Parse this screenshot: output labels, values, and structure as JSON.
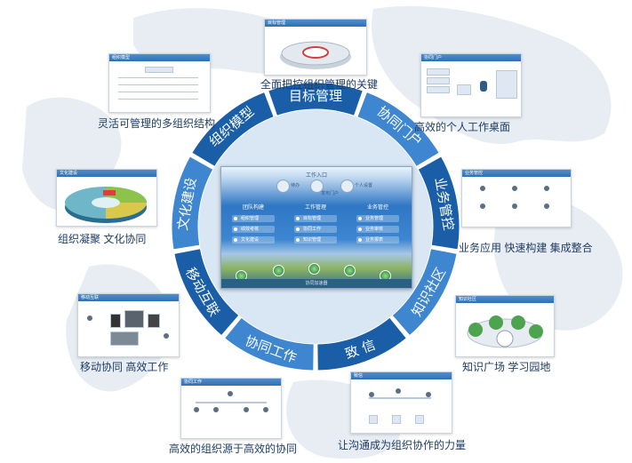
{
  "center_panel": {
    "title": "工作入口",
    "top_labels": [
      "待办",
      "发布门户",
      "个人设置"
    ],
    "columns": [
      {
        "heading": "团队构建",
        "items": [
          "组织管理",
          "绩效考核",
          "文化建设"
        ]
      },
      {
        "heading": "工作管理",
        "items": [
          "目标管理",
          "协同工作",
          "知识管理"
        ]
      },
      {
        "heading": "业务管控",
        "items": [
          "业务管理",
          "业务审核",
          "业务报表"
        ]
      }
    ],
    "footer_label": "协同加速器"
  },
  "ring_segments": [
    "目标管理",
    "协同门户",
    "业务管控",
    "知识社区",
    "致  信",
    "协同工作",
    "移动互联",
    "文化建设",
    "组织模型"
  ],
  "features": [
    {
      "caption": "全面把控组织管理的关键",
      "thumb_title": "目标管理"
    },
    {
      "caption": "高效的个人工作桌面",
      "thumb_title": "协同门户"
    },
    {
      "caption": "业务应用 快速构建 集成整合",
      "thumb_title": "业务管控"
    },
    {
      "caption": "知识广场 学习园地",
      "thumb_title": "知识社区"
    },
    {
      "caption": "让沟通成为组织协作的力量",
      "thumb_title": "致信"
    },
    {
      "caption": "高效的组织源于高效的协同",
      "thumb_title": "协同工作"
    },
    {
      "caption": "移动协同 高效工作",
      "thumb_title": "移动互联"
    },
    {
      "caption": "组织凝聚 文化协同",
      "thumb_title": "文化建设"
    },
    {
      "caption": "灵活可管理的多组织结构",
      "thumb_title": "组织模型"
    }
  ],
  "colors": {
    "ring_dark": "#1a5ea8",
    "ring_light": "#3e86cf",
    "ring_inner": "#d9e6f3",
    "caption_text": "#1f3d63",
    "map_background": "#e9eef4"
  }
}
